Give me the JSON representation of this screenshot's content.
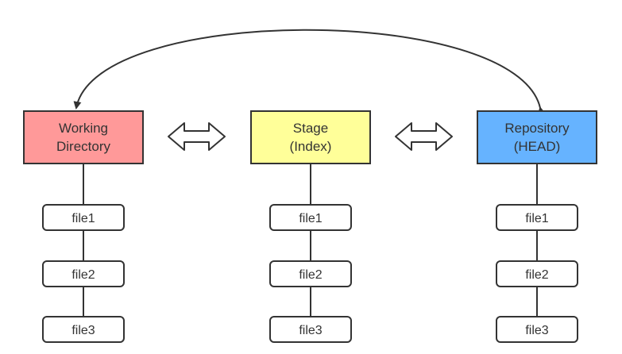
{
  "nodes": [
    {
      "id": "working",
      "lines": [
        "Working",
        "Directory"
      ],
      "fill": "#ff9999",
      "files": [
        "file1",
        "file2",
        "file3"
      ]
    },
    {
      "id": "stage",
      "lines": [
        "Stage",
        "(Index)"
      ],
      "fill": "#ffff99",
      "files": [
        "file1",
        "file2",
        "file3"
      ]
    },
    {
      "id": "repository",
      "lines": [
        "Repository",
        "(HEAD)"
      ],
      "fill": "#66b3ff",
      "files": [
        "file1",
        "file2",
        "file3"
      ]
    }
  ],
  "colors": {
    "stroke": "#333333",
    "file_fill": "#ffffff",
    "text": "#333333"
  },
  "connectors": [
    "double-arrow",
    "double-arrow",
    "curved-arrow-both-ends"
  ]
}
